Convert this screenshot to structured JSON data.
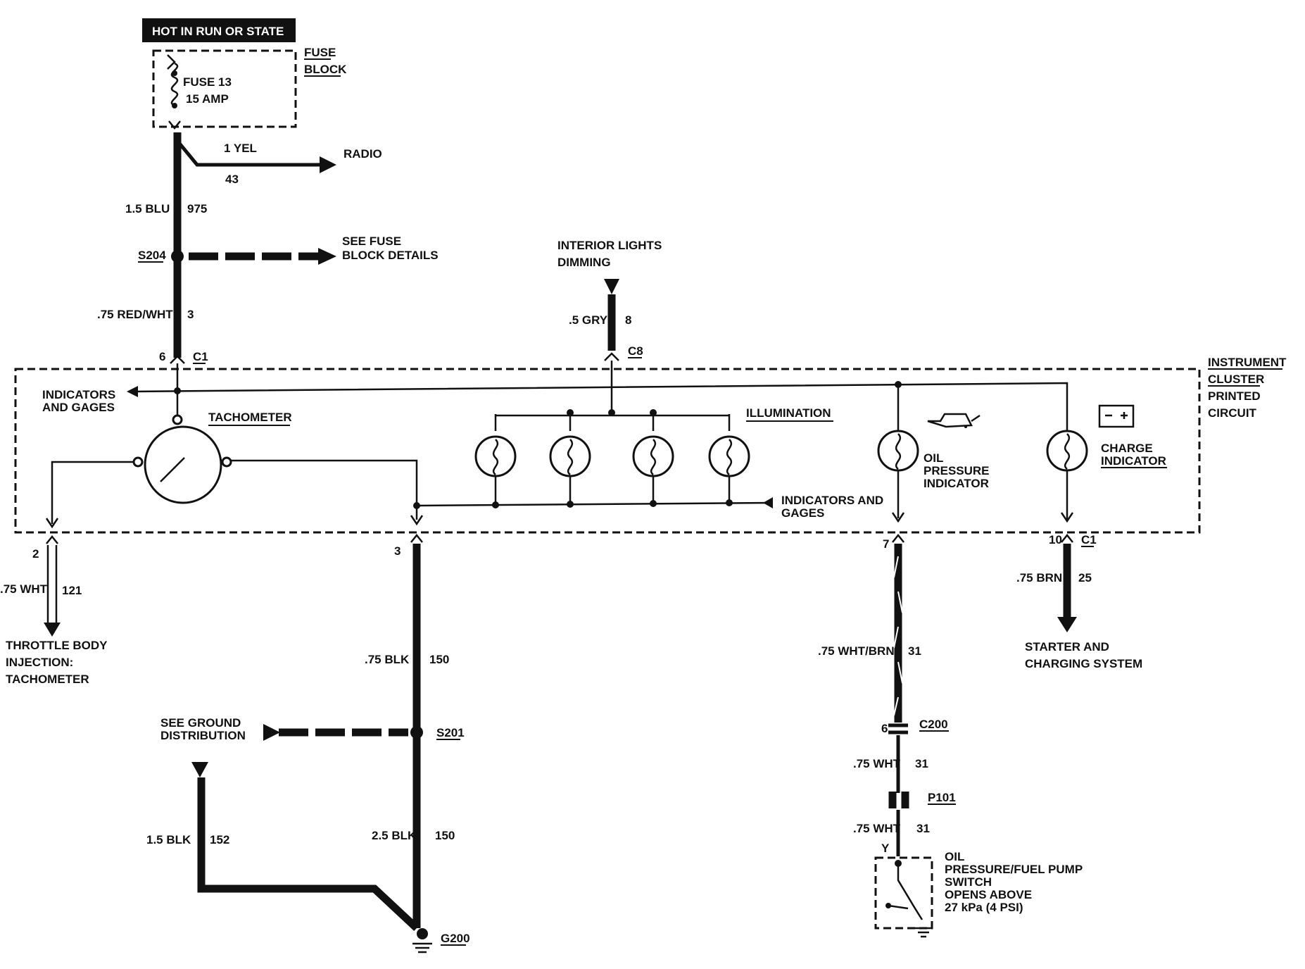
{
  "header": {
    "banner": "HOT IN RUN OR STATE"
  },
  "fuse_block": {
    "title_line1": "FUSE",
    "title_line2": "BLOCK",
    "fuse_label": "FUSE  13",
    "fuse_rating": "15 AMP"
  },
  "radio_branch": {
    "wire_color": "1 YEL",
    "circuit": "43",
    "destination": "RADIO"
  },
  "main_feed": {
    "wire_color": "1.5 BLU",
    "circuit": "975"
  },
  "splice_s204": {
    "name": "S204",
    "note_line1": "SEE FUSE",
    "note_line2": "BLOCK DETAILS"
  },
  "cluster_feed": {
    "wire_color": ".75 RED/WHT",
    "circuit": "3",
    "pin": "6",
    "connector": "C1"
  },
  "dimming": {
    "title_line1": "INTERIOR LIGHTS",
    "title_line2": "DIMMING",
    "wire_color": ".5 GRY",
    "circuit": "8",
    "connector": "C8"
  },
  "cluster": {
    "title_lines": [
      "INSTRUMENT",
      "CLUSTER",
      "PRINTED",
      "CIRCUIT"
    ],
    "indicators_gages_left_line1": "INDICATORS",
    "indicators_gages_left_line2": "AND GAGES",
    "tachometer": "TACHOMETER",
    "illumination": "ILLUMINATION",
    "indicators_gages_right_line1": "INDICATORS AND",
    "indicators_gages_right_line2": "GAGES",
    "oil_indicator_lines": [
      "OIL",
      "PRESSURE",
      "INDICATOR"
    ],
    "charge_indicator_line1": "CHARGE",
    "charge_indicator_line2": "INDICATOR"
  },
  "tach_output": {
    "pin": "2",
    "wire_color": ".75 WHT",
    "circuit": "121",
    "destination_lines": [
      "THROTTLE BODY",
      "INJECTION:",
      "TACHOMETER"
    ]
  },
  "ground": {
    "pin": "3",
    "wire_color_a": ".75 BLK",
    "circuit_a": "150",
    "splice": "S201",
    "note_line1": "SEE GROUND",
    "note_line2": "DISTRIBUTION",
    "wire_color_b": "2.5 BLK",
    "circuit_b": "150",
    "wire_color_c": "1.5 BLK",
    "circuit_c": "152",
    "ground_point": "G200"
  },
  "oil_circuit": {
    "pin": "7",
    "wire_color_1": ".75 WHT/BRN",
    "circuit_1": "31",
    "c200_pin": "6",
    "c200": "C200",
    "wire_color_2": ".75 WHT",
    "circuit_2": "31",
    "p101": "P101",
    "wire_color_3": ".75 WHT",
    "circuit_3": "31",
    "switch_terminal": "Y",
    "switch_lines": [
      "OIL",
      "PRESSURE/FUEL PUMP",
      "SWITCH",
      "OPENS ABOVE",
      "27 kPa (4 PSI)"
    ]
  },
  "charge_circuit": {
    "pin": "10",
    "connector": "C1",
    "wire_color": ".75 BRN",
    "circuit": "25",
    "destination_line1": "STARTER AND",
    "destination_line2": "CHARGING SYSTEM"
  }
}
